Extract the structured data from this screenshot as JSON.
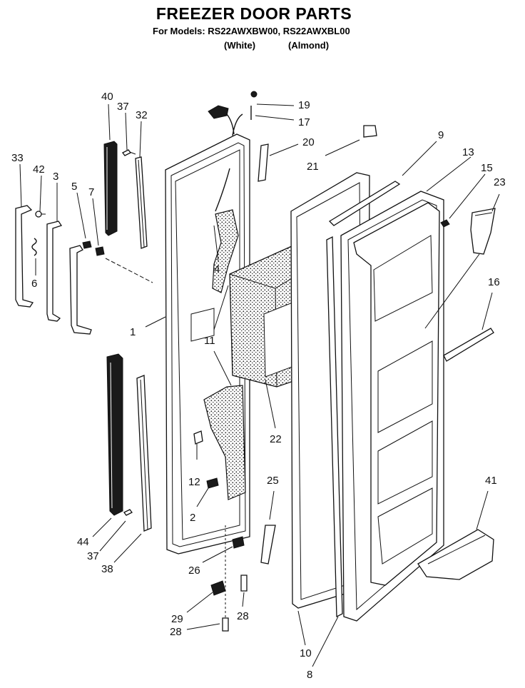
{
  "header": {
    "title": "FREEZER DOOR PARTS",
    "models_line": "For Models: RS22AWXBW00, RS22AWXBL00",
    "variant_white": "(White)",
    "variant_almond": "(Almond)"
  },
  "callouts": {
    "c40": "40",
    "c37a": "37",
    "c32": "32",
    "c19": "19",
    "c17": "17",
    "c20": "20",
    "c33": "33",
    "c42": "42",
    "c3": "3",
    "c5": "5",
    "c7": "7",
    "c6": "6",
    "c4": "4",
    "c1": "1",
    "c11": "11",
    "c21": "21",
    "c9": "9",
    "c13": "13",
    "c15": "15",
    "c23": "23",
    "c16": "16",
    "c22": "22",
    "c12": "12",
    "c2": "2",
    "c25": "25",
    "c41": "41",
    "c44": "44",
    "c37b": "37",
    "c38": "38",
    "c26": "26",
    "c29": "29",
    "c28a": "28",
    "c28b": "28",
    "c10": "10",
    "c8": "8"
  }
}
